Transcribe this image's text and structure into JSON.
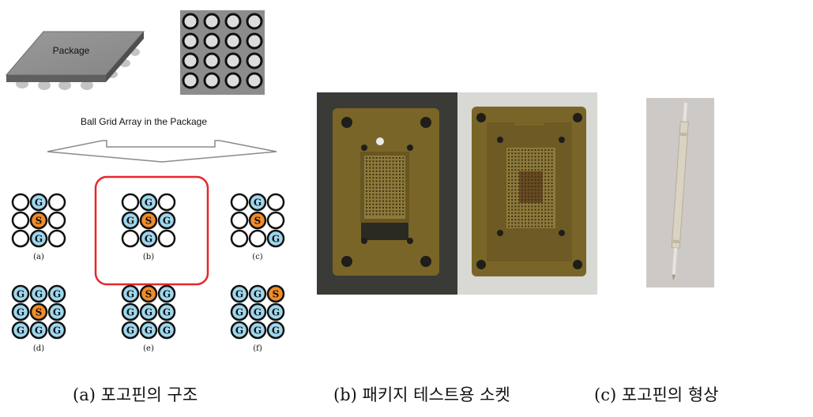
{
  "package": {
    "label": "Package",
    "ball_grid_caption": "Ball Grid Array in the Package"
  },
  "ball_grid_rows": 4,
  "ball_grid_cols": 4,
  "pin_configs": [
    {
      "label": "(a)",
      "grid": [
        [
          "",
          "G",
          ""
        ],
        [
          "",
          "S",
          ""
        ],
        [
          "",
          "G",
          ""
        ]
      ]
    },
    {
      "label": "(b)",
      "grid": [
        [
          "",
          "G",
          ""
        ],
        [
          "G",
          "S",
          "G"
        ],
        [
          "",
          "G",
          ""
        ]
      ],
      "highlighted": true
    },
    {
      "label": "(c)",
      "grid": [
        [
          "",
          "G",
          ""
        ],
        [
          "",
          "S",
          ""
        ],
        [
          "",
          "",
          "G"
        ]
      ]
    },
    {
      "label": "(d)",
      "grid": [
        [
          "G",
          "G",
          "G"
        ],
        [
          "G",
          "S",
          "G"
        ],
        [
          "G",
          "G",
          "G"
        ]
      ]
    },
    {
      "label": "(e)",
      "grid": [
        [
          "G",
          "S",
          "G"
        ],
        [
          "G",
          "G",
          "G"
        ],
        [
          "G",
          "G",
          "G"
        ]
      ]
    },
    {
      "label": "(f)",
      "grid": [
        [
          "G",
          "G",
          "S"
        ],
        [
          "G",
          "G",
          "G"
        ],
        [
          "G",
          "G",
          "G"
        ]
      ]
    }
  ],
  "captions": {
    "a": "(a) 포고핀의 구조",
    "b": "(b) 패키지 테스트용 소켓",
    "c": "(c) 포고핀의 형상"
  },
  "colors": {
    "signal": "#f28c28",
    "ground": "#9fd7ee",
    "highlight": "#e8262a",
    "package": "#8c8c8c",
    "socket": "#7a6528"
  }
}
